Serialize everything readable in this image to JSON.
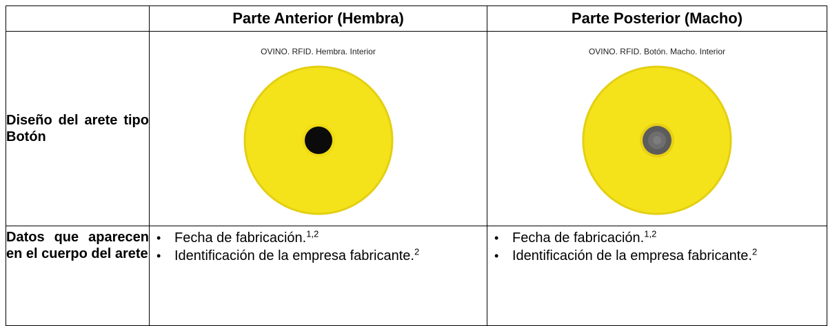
{
  "table": {
    "header": {
      "col1": "Parte Anterior (Hembra)",
      "col2": "Parte Posterior (Macho)"
    },
    "row_design": {
      "label": "Diseño del arete tipo Botón",
      "female_caption": "OVINO. RFID. Hembra. Interior",
      "male_caption": "OVINO. RFID. Botón. Macho. Interior"
    },
    "row_data": {
      "label": "Datos que aparecen en el cuerpo del arete",
      "female_items": [
        {
          "text": "Fecha de fabricación.",
          "sup": "1,2"
        },
        {
          "text": "Identificación de la empresa fabricante.",
          "sup": "2"
        }
      ],
      "male_items": [
        {
          "text": "Fecha de fabricación.",
          "sup": "1,2"
        },
        {
          "text": "Identificación de la empresa fabricante.",
          "sup": "2"
        }
      ]
    }
  },
  "colors": {
    "disc_yellow": "#f4e31a",
    "disc_edge": "#e3cf12",
    "female_hole": "#0b0b0b",
    "male_stud": "#5c5c5c"
  },
  "icons": {
    "bullet": "•"
  }
}
